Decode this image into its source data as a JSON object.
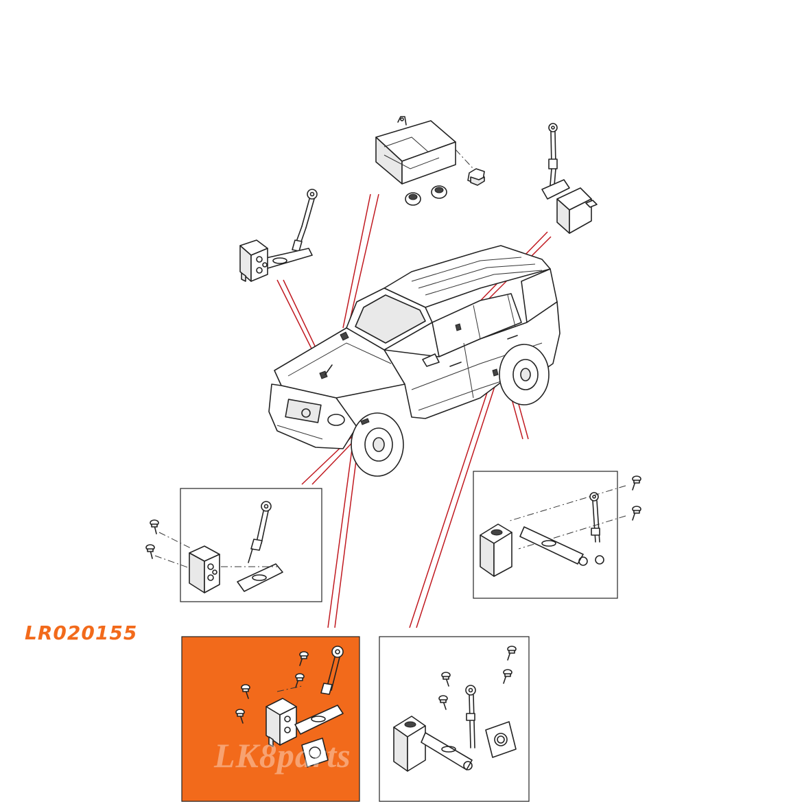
{
  "highlight": {
    "part_number": "LR020155",
    "color": "#f26a1b"
  },
  "watermark": {
    "text": "LK8parts"
  },
  "leader_line_color": "#c0181f",
  "components": [
    "control-module",
    "front-left-height-sensor",
    "rear-right-height-sensor",
    "front-sensor-detail",
    "rear-sensor-detail",
    "highlighted-sensor-kit",
    "rear-sensor-kit"
  ]
}
